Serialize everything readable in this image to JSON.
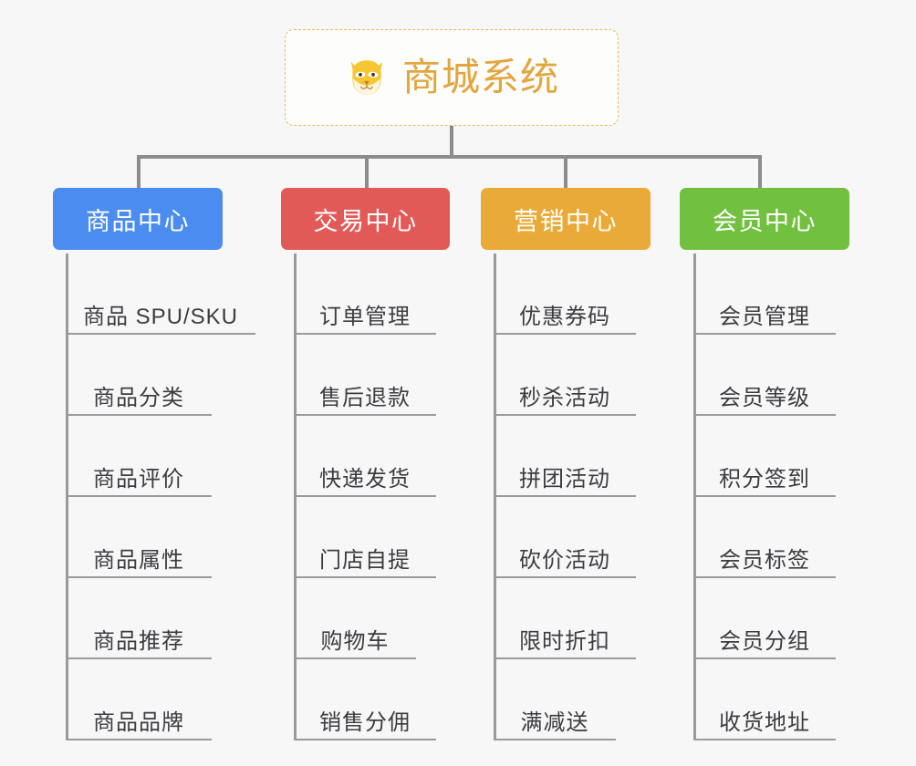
{
  "diagram": {
    "title": "商城系统",
    "root_icon": "fox-face-icon",
    "colors": {
      "background": "#f7f7f7",
      "root_border": "#e9b95c",
      "root_text": "#e3a63e",
      "connector": "#8c8c8c",
      "leaf_line": "#9a9a9a",
      "leaf_text": "#3c3c41",
      "product_center": "#4a8cf0",
      "trade_center": "#e25a58",
      "marketing_center": "#eaaa37",
      "member_center": "#72c040"
    },
    "branches": [
      {
        "label": "商品中心",
        "color": "#4a8cf0",
        "items": [
          "商品 SPU/SKU",
          "商品分类",
          "商品评价",
          "商品属性",
          "商品推荐",
          "商品品牌"
        ]
      },
      {
        "label": "交易中心",
        "color": "#e25a58",
        "items": [
          "订单管理",
          "售后退款",
          "快递发货",
          "门店自提",
          "购物车",
          "销售分佣"
        ]
      },
      {
        "label": "营销中心",
        "color": "#eaaa37",
        "items": [
          "优惠券码",
          "秒杀活动",
          "拼团活动",
          "砍价活动",
          "限时折扣",
          "满减送"
        ]
      },
      {
        "label": "会员中心",
        "color": "#72c040",
        "items": [
          "会员管理",
          "会员等级",
          "积分签到",
          "会员标签",
          "会员分组",
          "收货地址"
        ]
      }
    ]
  }
}
